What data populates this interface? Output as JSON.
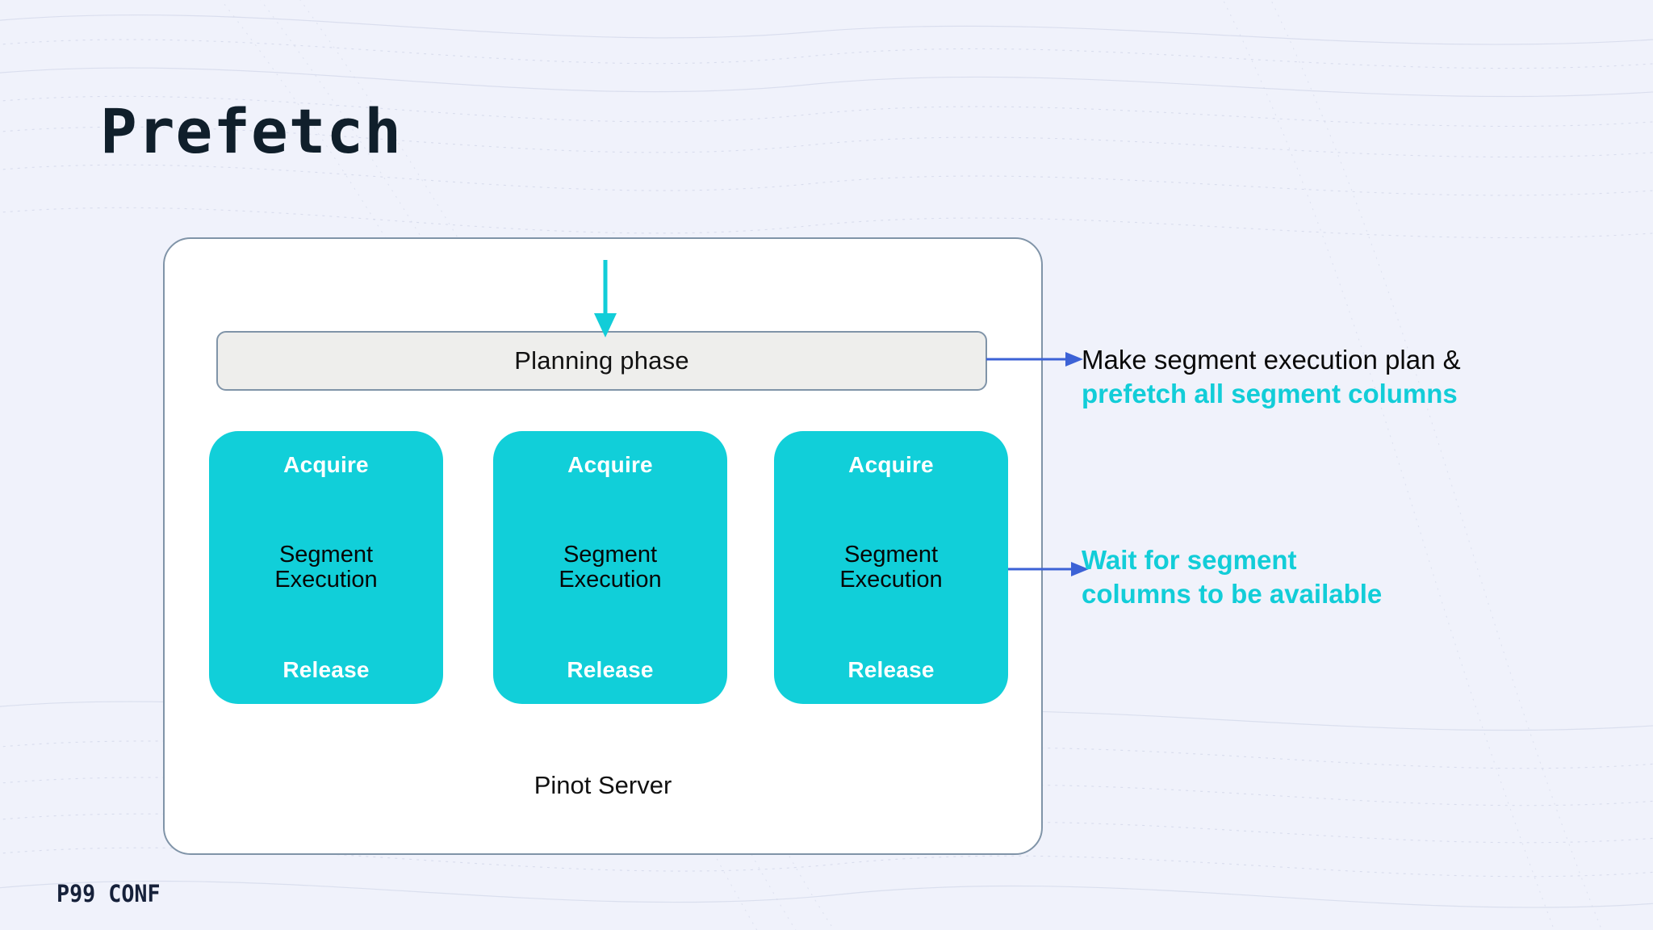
{
  "slide": {
    "title": "Prefetch",
    "footer_logo": "P99 CONF",
    "background_color": "#f0f2fb"
  },
  "diagram": {
    "card_label": "Pinot Server",
    "planning_phase": {
      "label": "Planning phase",
      "fill_color": "#eeeeec",
      "border_color": "#8094a8"
    },
    "inbound_arrow": {
      "name": "prefetch-arrow",
      "color": "#12cdd8",
      "direction": "down"
    },
    "segments": [
      {
        "acquire": "Acquire",
        "execution": "Segment\nExecution",
        "release": "Release"
      },
      {
        "acquire": "Acquire",
        "execution": "Segment\nExecution",
        "release": "Release"
      },
      {
        "acquire": "Acquire",
        "execution": "Segment\nExecution",
        "release": "Release"
      }
    ],
    "segment_fill_color": "#11cfd9"
  },
  "annotations": [
    {
      "id": "planning",
      "line1": "Make segment execution plan &",
      "line2": "prefetch all segment columns",
      "connector_color": "#3c62d6",
      "accent_color": "#12cdd8"
    },
    {
      "id": "segment",
      "line1": "Wait for segment",
      "line2": "columns to be available",
      "connector_color": "#3c62d6",
      "accent_color": "#12cdd8"
    }
  ]
}
